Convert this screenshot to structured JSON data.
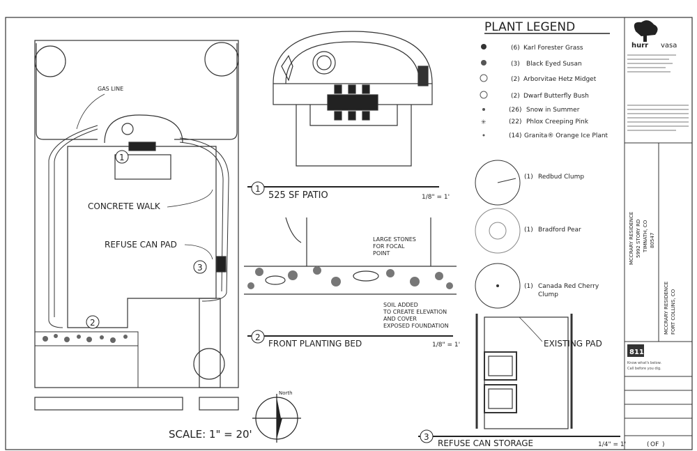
{
  "sheet": {
    "plant_legend_title": "PLANT LEGEND",
    "legend_items": [
      {
        "qty": "(6)",
        "name": "Karl Forester Grass",
        "icon": "grass-symbol"
      },
      {
        "qty": "(3)",
        "name": "Black Eyed Susan",
        "icon": "perennial-symbol"
      },
      {
        "qty": "(2)",
        "name": "Arborvitae Hetz Midget",
        "icon": "shrub-symbol"
      },
      {
        "qty": "(2)",
        "name": "Dwarf Butterfly Bush",
        "icon": "shrub-symbol"
      },
      {
        "qty": "(26)",
        "name": "Snow in Summer",
        "icon": "groundcover-dot"
      },
      {
        "qty": "(22)",
        "name": "Phlox Creeping Pink",
        "icon": "groundcover-star"
      },
      {
        "qty": "(14)",
        "name": "Granita® Orange Ice Plant",
        "icon": "groundcover-dot"
      }
    ],
    "tree_items": [
      {
        "qty": "(1)",
        "name": "Redbud Clump"
      },
      {
        "qty": "(1)",
        "name": "Bradford Pear"
      },
      {
        "qty": "(1)",
        "name": "Canada Red Cherry",
        "name2": "Clump"
      }
    ],
    "site_labels": {
      "gas_line": "GAS LINE",
      "concrete_walk": "CONCRETE WALK",
      "refuse_can_pad": "REFUSE CAN PAD",
      "scale": "SCALE: 1\" = 20'",
      "north": "North",
      "callout_1": "1",
      "callout_2": "2",
      "callout_3": "3"
    },
    "details": {
      "patio_title": "525 SF PATIO",
      "patio_num": "1",
      "patio_scale": "1/8\" = 1'",
      "bed_title": "FRONT PLANTING BED",
      "bed_num": "2",
      "bed_scale": "1/8\" = 1'",
      "stones_note_1": "LARGE STONES",
      "stones_note_2": "FOR FOCAL",
      "stones_note_3": "POINT",
      "soil_note_1": "SOIL ADDED",
      "soil_note_2": "TO CREATE ELEVATION",
      "soil_note_3": "AND COVER",
      "soil_note_4": "EXPOSED FOUNDATION",
      "refuse_title": "REFUSE CAN STORAGE",
      "refuse_num": "3",
      "refuse_scale": "1/4\" = 1'",
      "existing_pad": "EXISTING PAD"
    },
    "title_block": {
      "company_a": "hurr",
      "company_b": "vasa",
      "project_line_1": "MCCRARY RESIDENCE",
      "project_line_2": "5992 STORY RD",
      "project_line_3": "TIMNATH, CO",
      "project_line_4": "80547",
      "side_line_1": "MCCRARY RESIDENCE",
      "side_line_2": "FORT COLLINS, CO",
      "badge_811": "811",
      "badge_text_1": "Know what's below.",
      "badge_text_2": "Call before you dig.",
      "sheet_of": "OF"
    }
  }
}
